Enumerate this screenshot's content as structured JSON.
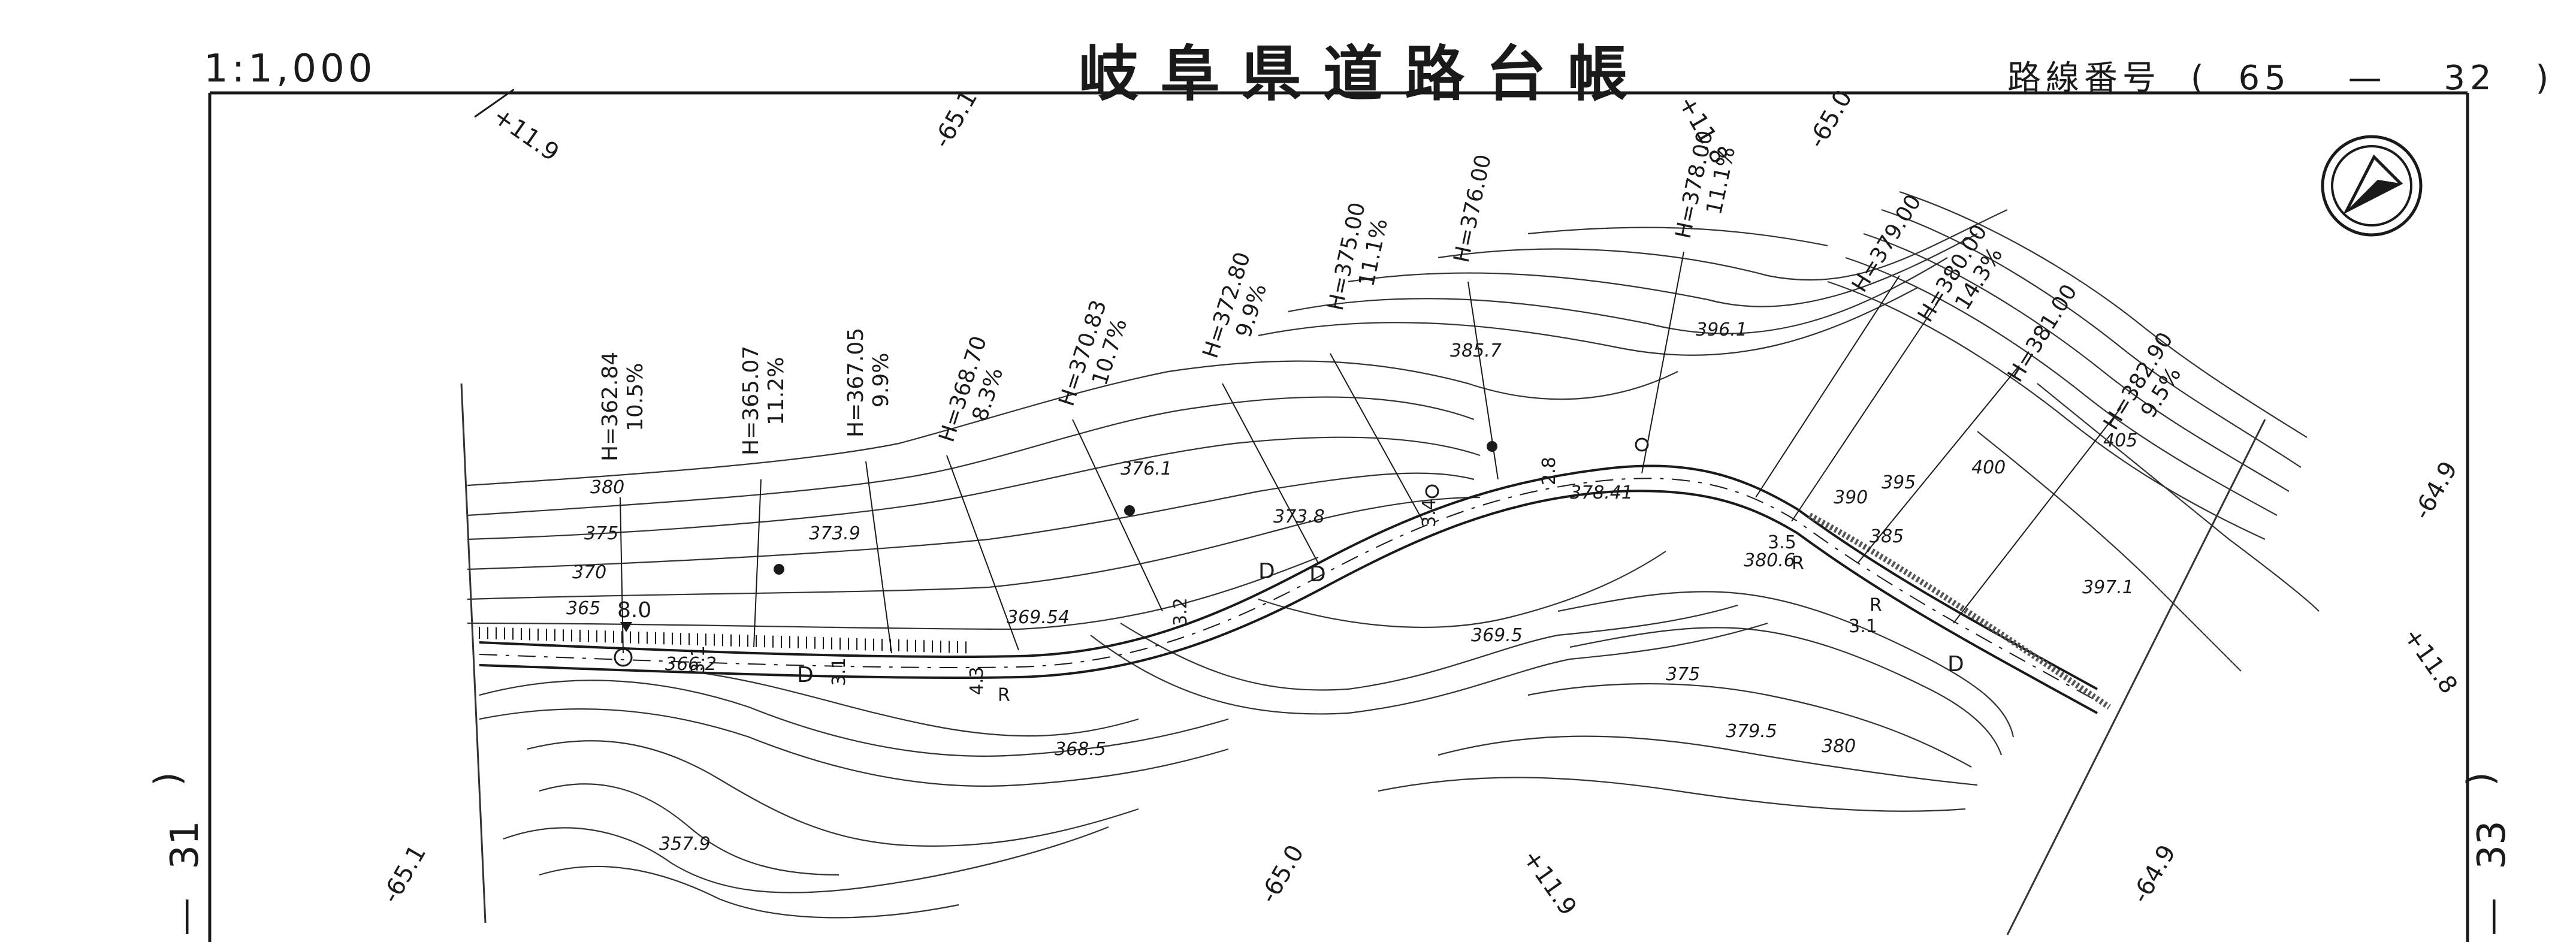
{
  "header": {
    "scale": "1:1,000",
    "title": "岐阜県道路台帳",
    "route_label": "路線番号",
    "route_open": "(",
    "route_number": "65",
    "route_dash": "—",
    "route_sheet": "32",
    "route_close": ")"
  },
  "side_refs": {
    "left": {
      "open": ")",
      "number": "31",
      "dash": "—"
    },
    "right": {
      "open": ")",
      "number": "33",
      "dash": "—"
    }
  },
  "compass": {
    "icon": "north-arrow-icon"
  },
  "grid_marks": [
    "+11.9",
    "-65.1",
    "+11.8",
    "-65.0",
    "-64.9",
    "+11.8",
    "-65.1",
    "-65.0",
    "+11.9",
    "-64.9"
  ],
  "profile_labels": [
    {
      "h": "H=362.84",
      "g": "10.5%"
    },
    {
      "h": "H=365.07",
      "g": "11.2%"
    },
    {
      "h": "H=367.05",
      "g": "9.9%"
    },
    {
      "h": "H=368.70",
      "g": "8.3%"
    },
    {
      "h": "H=370.83",
      "g": "10.7%"
    },
    {
      "h": "H=372.80",
      "g": "9.9%"
    },
    {
      "h": "H=375.00",
      "g": "11.1%"
    },
    {
      "h": "H=376.00",
      "g": ""
    },
    {
      "h": "H=378.00",
      "g": "11.1%"
    },
    {
      "h": "H=379.00",
      "g": ""
    },
    {
      "h": "H=380.00",
      "g": "14.3%"
    },
    {
      "h": "H=381.00",
      "g": ""
    },
    {
      "h": "H=382.90",
      "g": "9.5%"
    }
  ],
  "contour_labels": [
    "380",
    "375",
    "370",
    "365",
    "373.9",
    "376.1",
    "373.8",
    "385.7",
    "396.1",
    "369.54",
    "378.41",
    "380.6",
    "405",
    "400",
    "395",
    "390",
    "385",
    "397.1",
    "369.5",
    "368.5",
    "375",
    "379.5",
    "380",
    "357.9",
    "366.2"
  ],
  "road_marks": [
    "8.0",
    "3.1",
    "3.1",
    "4.3",
    "R",
    "3.2",
    "3.4",
    "2.8",
    "3.5",
    "R",
    "R",
    "3.1",
    "D",
    "D",
    "D",
    "D"
  ]
}
